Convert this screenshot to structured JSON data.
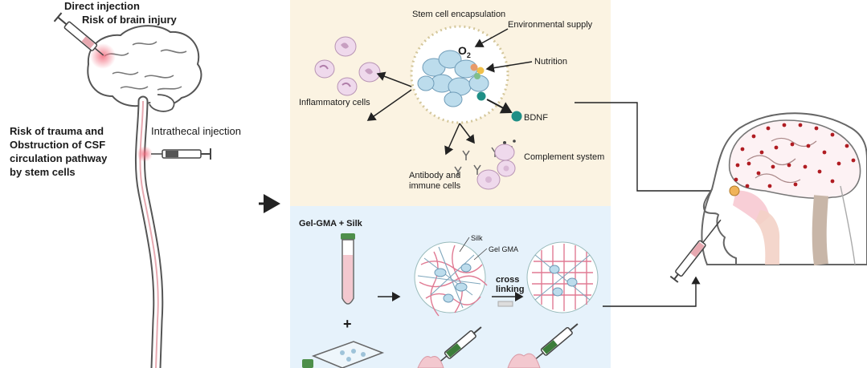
{
  "left_panel": {
    "direct_injection": "Direct injection",
    "brain_injury_risk": "Risk of brain injury",
    "trauma_risk_lines": [
      "Risk of trauma and",
      "Obstruction of CSF",
      "circulation pathway",
      "by stem cells"
    ],
    "intrathecal_injection": "Intrathecal injection"
  },
  "top_panel": {
    "encapsulation": "Stem cell encapsulation",
    "environmental_supply": "Environmental supply",
    "oxygen_symbol": "O",
    "oxygen_subscript": "2",
    "nutrition": "Nutrition",
    "bdnf": "BDNF",
    "inflammatory_cells": "Inflammatory cells",
    "complement_system": "Complement system",
    "antibody_lines": [
      "Antibody and",
      "immune cells"
    ]
  },
  "bottom_panel": {
    "materials": "Gel-GMA  + Silk",
    "plus": "+",
    "silk": "Silk",
    "gel_gma": "Gel GMA",
    "crosslinking_lines": [
      "cross",
      "linking"
    ]
  },
  "colors": {
    "top_panel_bg": "#fbf3e2",
    "bottom_panel_bg": "#e6f2fb",
    "cell_blue": "#bcdcec",
    "cell_pink": "#efd9ec",
    "bdnf_teal": "#1f8f86",
    "brain_outline": "#555555",
    "syringe_green": "#3c7d3a"
  }
}
